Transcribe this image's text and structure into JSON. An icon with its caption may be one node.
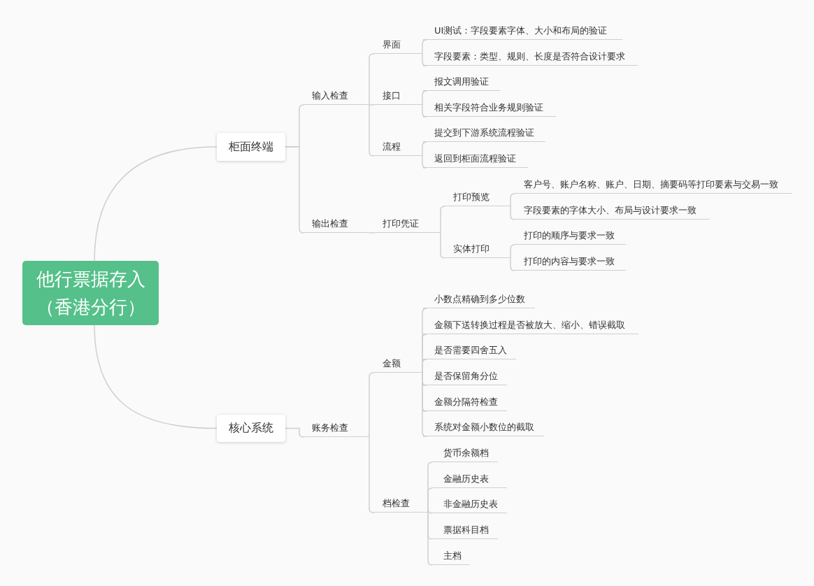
{
  "diagram": {
    "nodes": [
      {
        "text": [
          "他行票据存入（香港分行）"
        ]
      },
      {
        "text": [
          "柜面终端"
        ]
      },
      {
        "text": [
          "输入检查"
        ]
      },
      {
        "text": [
          "界面"
        ]
      },
      {
        "text": [
          "UI测试：字段要素字体、大小和布局的验证"
        ]
      },
      {
        "text": [
          "字段要素：类型、规则、长度是否符合设计要求"
        ]
      },
      {
        "text": [
          "接口"
        ]
      },
      {
        "text": [
          "报文调用验证"
        ]
      },
      {
        "text": [
          "相关字段符合业务规则验证"
        ]
      },
      {
        "text": [
          "流程"
        ]
      },
      {
        "text": [
          "提交到下游系统流程验证"
        ]
      },
      {
        "text": [
          "返回到柜面流程验证"
        ]
      },
      {
        "text": [
          "输出检查"
        ]
      },
      {
        "text": [
          "打印凭证"
        ]
      },
      {
        "text": [
          "打印预览"
        ]
      },
      {
        "text": [
          "客户号、账户名称、账户、日期、摘要码等打印要素与交易一致"
        ]
      },
      {
        "text": [
          "字段要素的字体大小、布局与设计要求一致"
        ]
      },
      {
        "text": [
          "实体打印"
        ]
      },
      {
        "text": [
          "打印的顺序与要求一致"
        ]
      },
      {
        "text": [
          "打印的内容与要求一致"
        ]
      },
      {
        "text": [
          "核心系统"
        ]
      },
      {
        "text": [
          "账务检查"
        ]
      },
      {
        "text": [
          "金额"
        ]
      },
      {
        "text": [
          "小数点精确到多少位数"
        ]
      },
      {
        "text": [
          "金额下送转换过程是否被放大、缩小、错误截取"
        ]
      },
      {
        "text": [
          "是否需要四舍五入"
        ]
      },
      {
        "text": [
          "是否保留角分位"
        ]
      },
      {
        "text": [
          "金额分隔符检查"
        ]
      },
      {
        "text": [
          "系统对金额小数位的截取"
        ]
      },
      {
        "text": [
          "档检查"
        ]
      },
      {
        "text": [
          "货币余额档"
        ]
      },
      {
        "text": [
          "金融历史表"
        ]
      },
      {
        "text": [
          "非金融历史表"
        ]
      },
      {
        "text": [
          "票据科目档"
        ]
      },
      {
        "text": [
          "主档"
        ]
      }
    ],
    "edges": [
      {
        "from": 0,
        "to": 1,
        "arrow": "none"
      },
      {
        "from": 1,
        "to": 2,
        "arrow": "none"
      },
      {
        "from": 2,
        "to": 3,
        "arrow": "none"
      },
      {
        "from": 3,
        "to": 4,
        "arrow": "none"
      },
      {
        "from": 3,
        "to": 5,
        "arrow": "none"
      },
      {
        "from": 2,
        "to": 6,
        "arrow": "none"
      },
      {
        "from": 6,
        "to": 7,
        "arrow": "none"
      },
      {
        "from": 6,
        "to": 8,
        "arrow": "none"
      },
      {
        "from": 2,
        "to": 9,
        "arrow": "none"
      },
      {
        "from": 9,
        "to": 10,
        "arrow": "none"
      },
      {
        "from": 9,
        "to": 11,
        "arrow": "none"
      },
      {
        "from": 1,
        "to": 12,
        "arrow": "none"
      },
      {
        "from": 12,
        "to": 13,
        "arrow": "none"
      },
      {
        "from": 13,
        "to": 14,
        "arrow": "none"
      },
      {
        "from": 14,
        "to": 15,
        "arrow": "none"
      },
      {
        "from": 14,
        "to": 16,
        "arrow": "none"
      },
      {
        "from": 13,
        "to": 17,
        "arrow": "none"
      },
      {
        "from": 17,
        "to": 18,
        "arrow": "none"
      },
      {
        "from": 17,
        "to": 19,
        "arrow": "none"
      },
      {
        "from": 0,
        "to": 20,
        "arrow": "none"
      },
      {
        "from": 20,
        "to": 21,
        "arrow": "none"
      },
      {
        "from": 21,
        "to": 22,
        "arrow": "none"
      },
      {
        "from": 22,
        "to": 23,
        "arrow": "none"
      },
      {
        "from": 22,
        "to": 24,
        "arrow": "none"
      },
      {
        "from": 22,
        "to": 25,
        "arrow": "none"
      },
      {
        "from": 22,
        "to": 26,
        "arrow": "none"
      },
      {
        "from": 22,
        "to": 27,
        "arrow": "none"
      },
      {
        "from": 22,
        "to": 28,
        "arrow": "none"
      },
      {
        "from": 21,
        "to": 29,
        "arrow": "none"
      },
      {
        "from": 29,
        "to": 30,
        "arrow": "none"
      },
      {
        "from": 29,
        "to": 31,
        "arrow": "none"
      },
      {
        "from": 29,
        "to": 32,
        "arrow": "none"
      },
      {
        "from": 29,
        "to": 33,
        "arrow": "none"
      },
      {
        "from": 29,
        "to": 34,
        "arrow": "none"
      }
    ]
  }
}
